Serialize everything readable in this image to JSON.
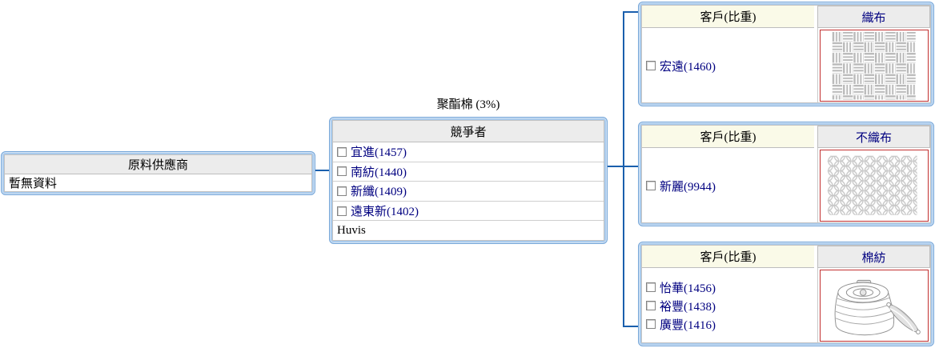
{
  "diagram": {
    "product_label": "聚酯棉 (3%)",
    "supplier": {
      "title": "原料供應商",
      "empty_text": "暫無資料"
    },
    "competitors": {
      "title": "競爭者",
      "items": [
        {
          "label": "宜進(1457)"
        },
        {
          "label": "南紡(1440)"
        },
        {
          "label": "新纖(1409)"
        },
        {
          "label": "遠東新(1402)"
        },
        {
          "label": "Huvis"
        }
      ]
    },
    "customers": [
      {
        "header": "客戶(比重)",
        "category": "織布",
        "image": "woven-fabric",
        "items": [
          {
            "label": "宏遠(1460)"
          }
        ]
      },
      {
        "header": "客戶(比重)",
        "category": "不織布",
        "image": "nonwoven-mesh",
        "items": [
          {
            "label": "新麗(9944)"
          }
        ]
      },
      {
        "header": "客戶(比重)",
        "category": "棉紡",
        "image": "yarn-cone-and-spindle",
        "items": [
          {
            "label": "怡華(1456)"
          },
          {
            "label": "裕豐(1438)"
          },
          {
            "label": "廣豐(1416)"
          }
        ]
      }
    ],
    "colors": {
      "connector_blue": "#1A5FAD",
      "panel_border_blue": "#74A5D8",
      "panel_fill_blue": "#AACBED",
      "header_gray": "#ECECEC",
      "header_cream": "#FAFAE8",
      "link_navy": "#000080",
      "image_border_red": "#C23030"
    }
  }
}
